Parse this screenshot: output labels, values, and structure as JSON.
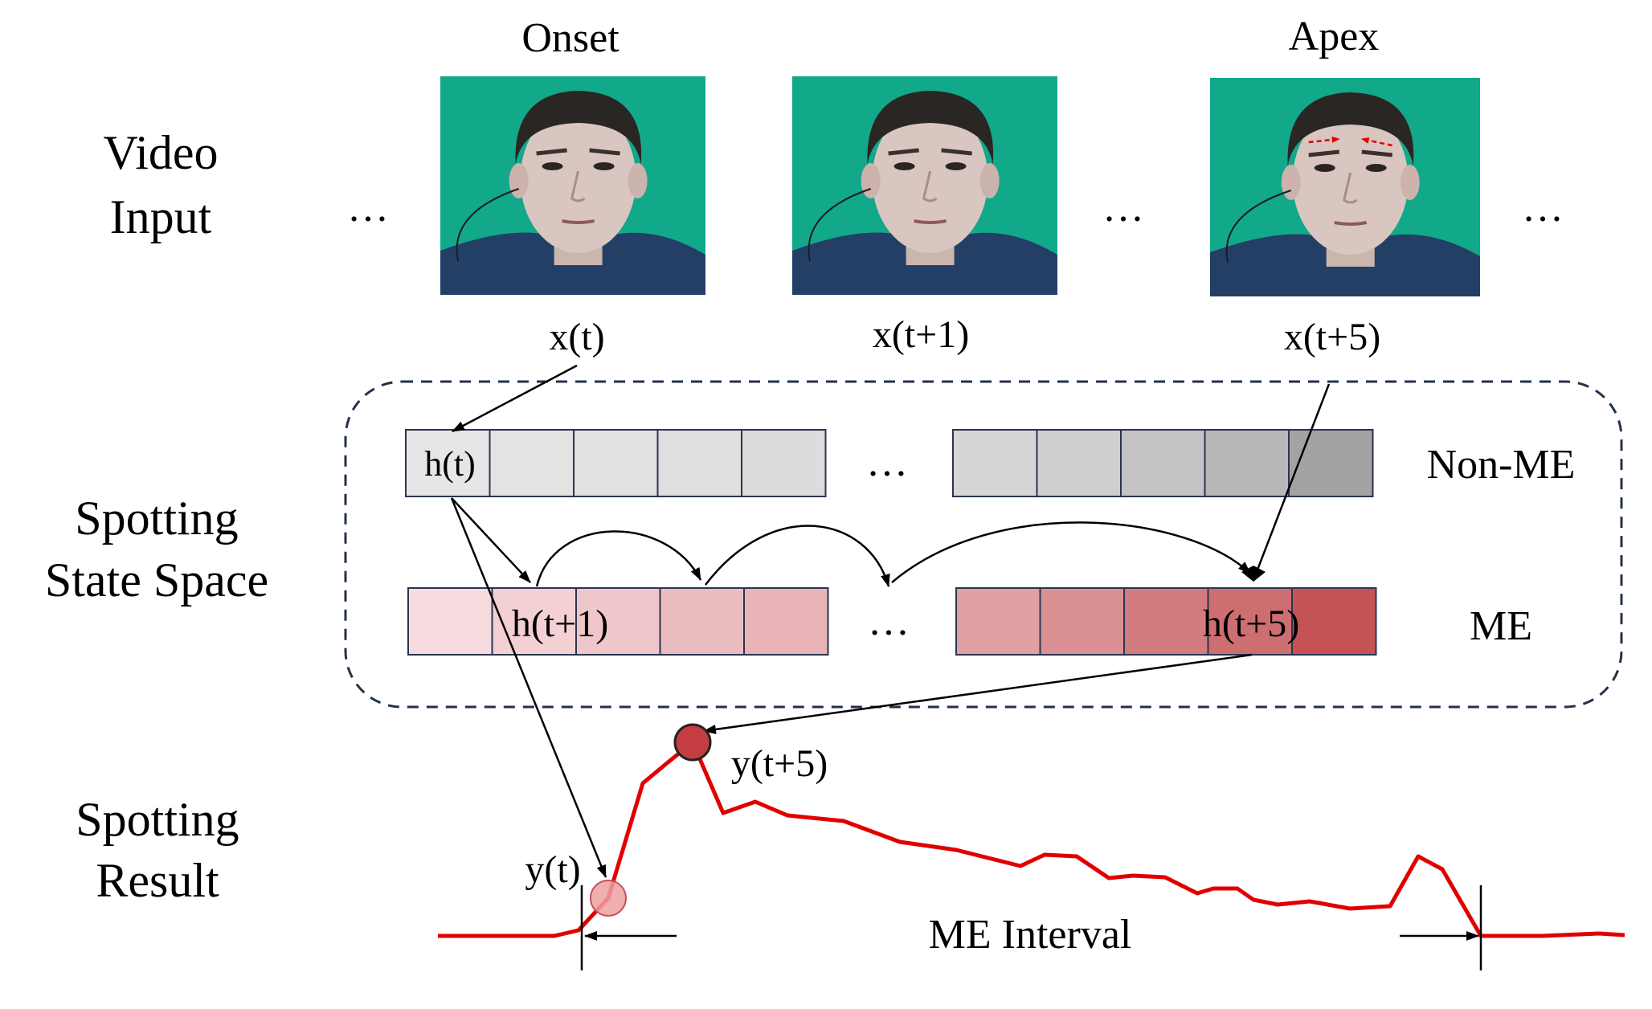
{
  "rows": {
    "video_input": [
      "Video",
      "Input"
    ],
    "state_space": [
      "Spotting",
      "State Space"
    ],
    "result": [
      "Spotting",
      "Result"
    ]
  },
  "frames": {
    "onset_label": "Onset",
    "apex_label": "Apex",
    "inputs": [
      "x(t)",
      "x(t+1)",
      "x(t+5)"
    ],
    "ellipsis": "…",
    "face_bg": "#12a88a"
  },
  "states": {
    "non_me_label": "Non-ME",
    "me_label": "ME",
    "h_t": "h(t)",
    "h_t1": "h(t+1)",
    "h_t5": "h(t+5)",
    "non_me_colors": [
      "#e6e6e6",
      "#e3e3e3",
      "#e1e1e1",
      "#dfdfdf",
      "#dcdcdc",
      "#d6d6d6",
      "#cfcfcf",
      "#c4c4c4",
      "#b8b8b8",
      "#a3a3a3"
    ],
    "me_colors": [
      "#f6dcdf",
      "#f2d0d3",
      "#efc7cb",
      "#ebbdc1",
      "#e8b4b8",
      "#e0a0a4",
      "#db9194",
      "#d27c7f",
      "#cd6e71",
      "#c55356"
    ]
  },
  "result": {
    "y_t": "y(t)",
    "y_t5": "y(t+5)",
    "interval_label": "ME Interval",
    "curve_color": "#e00000",
    "peak_color": "#c43d40",
    "onset_color": "#efa0a0"
  }
}
